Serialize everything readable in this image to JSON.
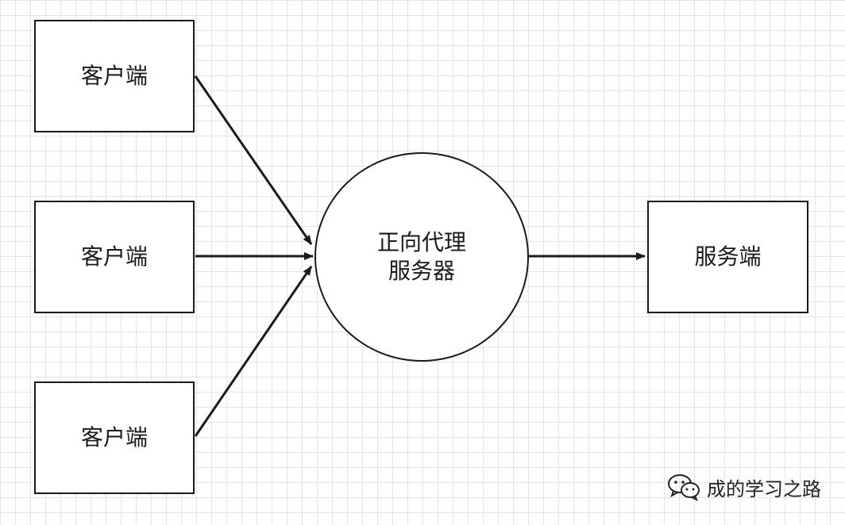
{
  "diagram": {
    "clients": [
      {
        "label": "客户端"
      },
      {
        "label": "客户端"
      },
      {
        "label": "客户端"
      }
    ],
    "proxy": {
      "line1": "正向代理",
      "line2": "服务器"
    },
    "server": {
      "label": "服务端"
    }
  },
  "watermark": {
    "text": "成的学习之路",
    "icon": "wechat-icon"
  },
  "colors": {
    "stroke": "#1a1a1a",
    "grid": "#e4e4e4",
    "background": "#ffffff"
  }
}
